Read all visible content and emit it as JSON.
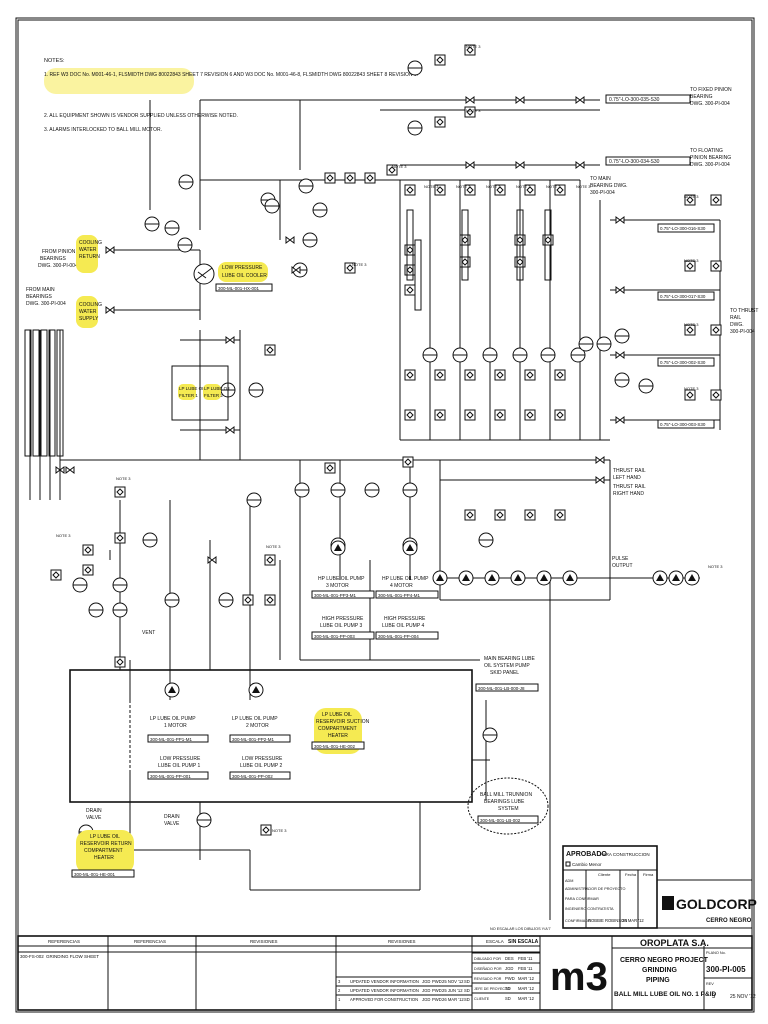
{
  "notes": {
    "header": "NOTES:",
    "items": [
      "1. REF W3 DOC No. M001-46-1, FLSMIDTH DWG 80022843 SHEET 7 REVISION 6 AND W3 DOC No. M001-46-8, FLSMIDTH DWG 80022843 SHEET 8 REVISION 6.",
      "2. ALL EQUIPMENT SHOWN IS VENDOR SUPPLIED UNLESS OTHERWISE NOTED.",
      "3. ALARMS INTERLOCKED TO BALL MILL MOTOR."
    ]
  },
  "labels": {
    "to_pinion": [
      "TO FIXED PINION",
      "BEARING",
      "DWG. 300-PI-004"
    ],
    "to_floating": [
      "TO FLOATING",
      "PINION BEARING",
      "DWG. 300-PI-004"
    ],
    "to_main_bearing": [
      "TO MAIN",
      "BEARING DWG.",
      "300-PI-004"
    ],
    "from_pinion": [
      "FROM PINION",
      "BEARINGS",
      "DWG. 300-PI-004"
    ],
    "from_main": [
      "FROM MAIN",
      "BEARINGS",
      "DWG. 300-PI-004"
    ],
    "cw_return": [
      "COOLING",
      "WATER",
      "RETURN"
    ],
    "cw_supply": [
      "COOLING",
      "WATER",
      "SUPPLY"
    ],
    "cooler": [
      "LOW PRESSURE",
      "LUBE OIL COOLER",
      "300-ML-001-HX-001"
    ],
    "filter1": [
      "LP LUBE OIL",
      "FILTER 1"
    ],
    "filter2": [
      "LP LUBE OIL",
      "FILTER 2"
    ],
    "to_thrust": [
      "TO THRUST",
      "RAIL",
      "DWG.",
      "300-PI-004"
    ],
    "thrust_left": [
      "THRUST RAIL",
      "LEFT HAND"
    ],
    "thrust_right": [
      "THRUST RAIL",
      "RIGHT HAND"
    ],
    "pulse": [
      "PULSE",
      "OUTPUT"
    ],
    "hp3": [
      "HP LUBE OIL PUMP",
      "3 MOTOR",
      "300-ML-001-PP3-M1"
    ],
    "hp4": [
      "HP LUBE OIL PUMP",
      "4 MOTOR",
      "300-ML-001-PP4-M1"
    ],
    "hpp3": [
      "HIGH PRESSURE",
      "LUBE OIL PUMP 3",
      "300-ML-001-PP-003"
    ],
    "hpp4": [
      "HIGH PRESSURE",
      "LUBE OIL PUMP 4",
      "300-ML-001-PP-004"
    ],
    "panel": [
      "MAIN BEARING LUBE",
      "OIL SYSTEM PUMP",
      "SKID PANEL",
      "300-ML-001-LB-000-J8"
    ],
    "lp1m": [
      "LP LUBE OIL PUMP",
      "1 MOTOR",
      "300-ML-001-PP1-M1"
    ],
    "lp2m": [
      "LP LUBE OIL PUMP",
      "2 MOTOR",
      "300-ML-001-PP2-M1"
    ],
    "lp1": [
      "LOW PRESSURE",
      "LUBE OIL PUMP 1",
      "300-ML-001-PP-001"
    ],
    "lp2": [
      "LOW PRESSURE",
      "LUBE OIL PUMP 2",
      "300-ML-001-PP-002"
    ],
    "suction_heater": [
      "LP LUBE OIL",
      "RESERVOIR SUCTION",
      "COMPARTMENT",
      "HEATER",
      "300-ML-001-HE-002"
    ],
    "return_heater": [
      "LP LUBE OIL",
      "RESERVOIR RETURN",
      "COMPARTMENT",
      "HEATER",
      "300-ML-001-HE-001"
    ],
    "trunnion": [
      "BALL MILL TRUNNION",
      "BEARINGS LUBE",
      "SYSTEM",
      "300-ML-001-LB-002"
    ],
    "vent": "VENT",
    "drain1": [
      "DRAIN",
      "VALVE"
    ],
    "drain2": [
      "DRAIN",
      "VALVE"
    ],
    "note3": "NOTE 3",
    "pipe_lines": [
      "0.75\"-LO-300-035-S30",
      "0.75\"-LO-300-034-S30",
      "0.75\"-LO-300-016-S30",
      "0.75\"-LO-300-017-S30",
      "0.75\"-LO-300-002-S30",
      "0.75\"-LO-300-003-S30"
    ]
  },
  "approval": {
    "title": "APROBADO",
    "subtitle": "PARA CONSTRUCCION",
    "check": "Cambio Menor",
    "cols": [
      "Cliente",
      "Fecha",
      "Firma"
    ],
    "rows": [
      "ADM",
      "ADMINISTRADOR DE PROYECTO",
      "PARA CONFIRMAR",
      "INGENIERO CONTRATISTA",
      "CONFIRMADO"
    ],
    "signer": "ROBBIE ROBINSON",
    "date": "26 MAR '12"
  },
  "company": {
    "brand": "GOLDCORP",
    "sub": "CERRO NEGRO",
    "logo_m3": "m3"
  },
  "titleblock": {
    "sections": [
      "REFERENCIAS",
      "REFERENCIAS",
      "REVISIONES",
      "REVISIONES"
    ],
    "ref_rows": [
      {
        "num": "300-FS-002",
        "desc": "GRINDING FLOW SHEET"
      }
    ],
    "revisions": [
      {
        "no": "3",
        "desc": "UPDATED VENDOR INFORMATION",
        "by": "JGD",
        "chk": "PWD",
        "date": "25 NOV '12",
        "app": "SD"
      },
      {
        "no": "2",
        "desc": "UPDATED VENDOR INFORMATION",
        "by": "JGD",
        "chk": "PWD",
        "date": "25 JUN '12",
        "app": "SD"
      },
      {
        "no": "1",
        "desc": "APPROVED FOR CONSTRUCTION",
        "by": "JGD",
        "chk": "PWD",
        "date": "26 MAR '12",
        "app": "SD"
      }
    ],
    "scale_label": "ESCALA",
    "scale": "SIN ESCALA",
    "sign_rows": [
      [
        "DIBUJADO POR",
        "DES",
        "FEB '11"
      ],
      [
        "DISEÑADO POR",
        "JGD",
        "FEB '11"
      ],
      [
        "REVISADO POR",
        "PWD",
        "MAR '12"
      ],
      [
        "JEFE DE PROYECTO",
        "SD",
        "MAR '12"
      ],
      [
        "CLIENTE",
        "SD",
        "MAR '12"
      ]
    ],
    "owner": "OROPLATA S.A.",
    "project": "CERRO NEGRO PROJECT",
    "area": "GRINDING",
    "discipline": "PIPING",
    "title": "BALL MILL LUBE OIL NO. 1 P&ID",
    "dwg_label": "PLANO No.",
    "dwg_no": "300-PI-005",
    "rev_label": "REV",
    "rev": "3",
    "date": "25 NOV '12",
    "note_small": "NO ESCALAR LOS DIBUJOS Y/A'7"
  }
}
